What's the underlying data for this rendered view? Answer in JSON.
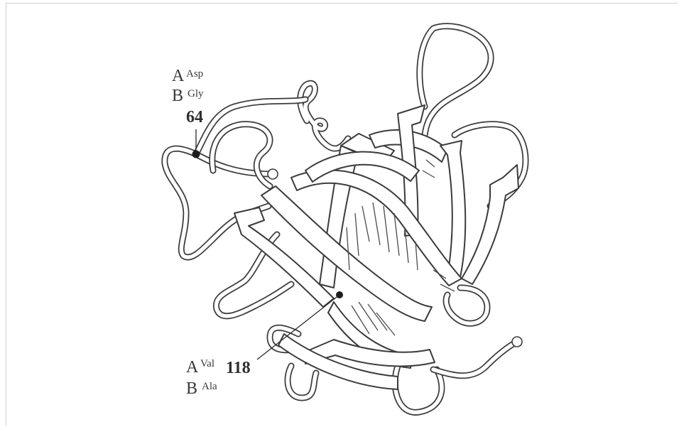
{
  "mutation_site_1": {
    "chain_a_letter": "A",
    "chain_a_residue": "Asp",
    "chain_b_letter": "B",
    "chain_b_residue": "Gly",
    "position": "64"
  },
  "mutation_site_2": {
    "chain_a_letter": "A",
    "chain_a_residue": "Val",
    "chain_b_letter": "B",
    "chain_b_residue": "Ala",
    "position": "118"
  },
  "colors": {
    "outline": "#3b3b3b",
    "background": "#ffffff",
    "frame": "#cfcfcf"
  }
}
